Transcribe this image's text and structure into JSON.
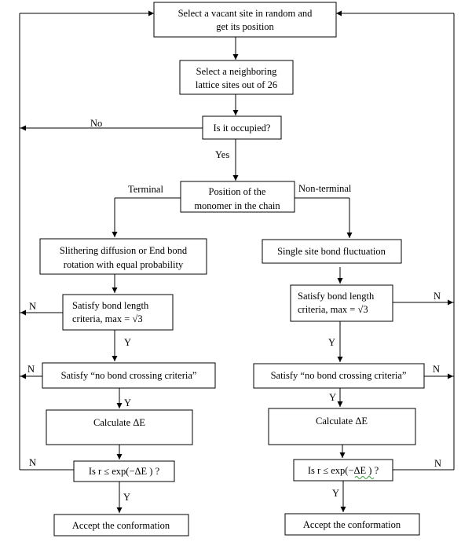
{
  "boxes": {
    "select_vacant": [
      "Select a vacant site in random and",
      "get its position"
    ],
    "select_neighbor": [
      "Select a neighboring",
      "lattice sites out of 26"
    ],
    "occupied": "Is it occupied?",
    "position": [
      "Position of the",
      "monomer in the chain"
    ],
    "left_move": [
      "Slithering diffusion or End bond",
      "rotation with equal probability"
    ],
    "right_move": "Single site bond fluctuation",
    "left_bond": [
      "Satisfy bond length",
      "criteria, max = √3"
    ],
    "right_bond": [
      "Satisfy bond length",
      "criteria, max = √3"
    ],
    "left_cross": "Satisfy “no bond crossing criteria”",
    "right_cross": "Satisfy “no bond crossing criteria”",
    "left_calc": "Calculate ΔE",
    "right_calc": "Calculate ΔE",
    "left_test": "Is r ≤ exp(−ΔE  ) ?",
    "right_test": "Is r ≤ exp(−ΔE  ) ?",
    "left_accept": "Accept the conformation",
    "right_accept": "Accept the conformation"
  },
  "labels": {
    "no": "No",
    "yes": "Yes",
    "terminal": "Terminal",
    "non_terminal": "Non-terminal",
    "n": "N",
    "y": "Y"
  }
}
